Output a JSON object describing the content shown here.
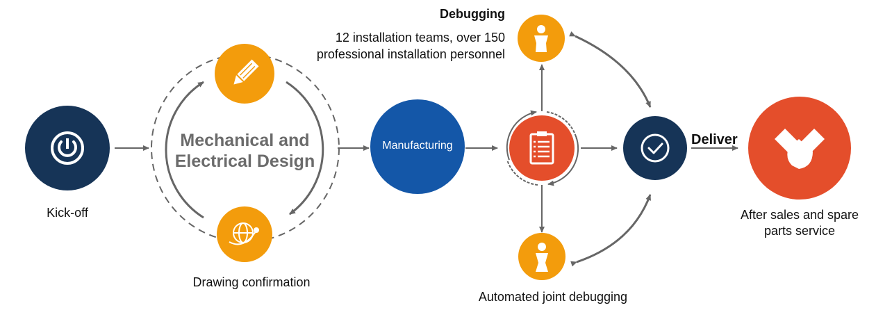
{
  "colors": {
    "navy": "#163457",
    "orange": "#F39C0C",
    "blue": "#1457A8",
    "red": "#E44E2B",
    "arrow": "#666666",
    "text": "#111111",
    "design_text": "#6B6B6B"
  },
  "nodes": {
    "kickoff": {
      "label": "Kick-off",
      "icon": "power-icon"
    },
    "design": {
      "label_line1": "Mechanical and",
      "label_line2": "Electrical Design",
      "icon": "pencil-icon"
    },
    "drawing": {
      "label": "Drawing confirmation",
      "icon": "globe-icon"
    },
    "manufacturing": {
      "label": "Manufacturing"
    },
    "checklist": {
      "icon": "clipboard-icon"
    },
    "debugging": {
      "title": "Debugging",
      "desc_line1": "12 installation teams, over 150",
      "desc_line2": "professional installation personnel",
      "icon": "person-icon"
    },
    "joint": {
      "label": "Automated joint debugging",
      "icon": "person-icon"
    },
    "check": {
      "icon": "check-circle-icon"
    },
    "deliver": {
      "label": "Deliver"
    },
    "aftersales": {
      "label_line1": "After sales and spare",
      "label_line2": "parts service",
      "icon": "handshake-icon"
    }
  }
}
